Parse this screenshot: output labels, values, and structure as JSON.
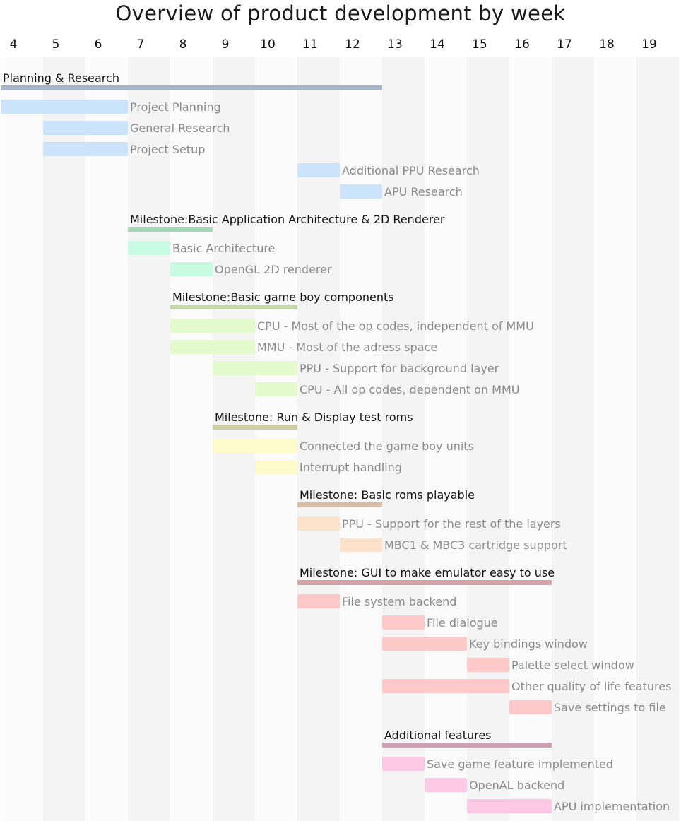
{
  "chart_data": {
    "type": "gantt",
    "title": "Overview of product development by week",
    "x_ticks": [
      4,
      5,
      6,
      7,
      8,
      9,
      10,
      11,
      12,
      13,
      14,
      15,
      16,
      17,
      18,
      19
    ],
    "groups": [
      {
        "name": "Planning & Research",
        "start": 4,
        "end": 13,
        "header_color": "#a2b5c9",
        "bar_color": "#cbe4fb",
        "tasks": [
          {
            "name": "Project Planning",
            "start": 4,
            "end": 7
          },
          {
            "name": "General Research",
            "start": 5,
            "end": 7
          },
          {
            "name": "Project Setup",
            "start": 5,
            "end": 7
          },
          {
            "name": "Additional PPU Research",
            "start": 11,
            "end": 12
          },
          {
            "name": "APU Research",
            "start": 12,
            "end": 13
          }
        ]
      },
      {
        "name": "Milestone:Basic Application Architecture & 2D Renderer",
        "start": 7,
        "end": 9,
        "header_color": "#a8d6b9",
        "bar_color": "#c7fbe2",
        "tasks": [
          {
            "name": "Basic Architecture",
            "start": 7,
            "end": 8
          },
          {
            "name": "OpenGL 2D renderer",
            "start": 8,
            "end": 9
          }
        ]
      },
      {
        "name": "Milestone:Basic game boy components",
        "start": 8,
        "end": 11,
        "header_color": "#c3d8a8",
        "bar_color": "#e3fbcc",
        "tasks": [
          {
            "name": "CPU - Most of the op codes, independent of MMU",
            "start": 8,
            "end": 10
          },
          {
            "name": "MMU - Most of the adress space",
            "start": 8,
            "end": 10
          },
          {
            "name": "PPU - Support for background layer",
            "start": 9,
            "end": 11
          },
          {
            "name": "CPU - All op codes, dependent on MMU",
            "start": 10,
            "end": 11
          }
        ]
      },
      {
        "name": "Milestone: Run & Display test  roms",
        "start": 9,
        "end": 11,
        "header_color": "#cfcfa5",
        "bar_color": "#fdfbcb",
        "tasks": [
          {
            "name": "Connected the game boy units",
            "start": 9,
            "end": 11
          },
          {
            "name": "Interrupt  handling",
            "start": 10,
            "end": 11
          }
        ]
      },
      {
        "name": "Milestone: Basic roms playable",
        "start": 11,
        "end": 13,
        "header_color": "#d8bea5",
        "bar_color": "#fde2cb",
        "tasks": [
          {
            "name": "PPU - Support for the rest of the layers",
            "start": 11,
            "end": 12
          },
          {
            "name": "MBC1 & MBC3 cartridge support",
            "start": 12,
            "end": 13
          }
        ]
      },
      {
        "name": "Milestone: GUI to make emulator easy to use",
        "start": 11,
        "end": 17,
        "header_color": "#d5a4a8",
        "bar_color": "#fdc9c9",
        "tasks": [
          {
            "name": "File system backend",
            "start": 11,
            "end": 12
          },
          {
            "name": "File dialogue",
            "start": 13,
            "end": 14
          },
          {
            "name": "Key bindings window",
            "start": 13,
            "end": 15
          },
          {
            "name": "Palette select window",
            "start": 15,
            "end": 16
          },
          {
            "name": "Other quality of life features",
            "start": 13,
            "end": 16
          },
          {
            "name": "Save settings to file",
            "start": 16,
            "end": 17
          }
        ]
      },
      {
        "name": "Additional features",
        "start": 13,
        "end": 17,
        "header_color": "#cda1b3",
        "bar_color": "#fcc8e4",
        "tasks": [
          {
            "name": "Save game feature implemented",
            "start": 13,
            "end": 14
          },
          {
            "name": "OpenAL backend",
            "start": 14,
            "end": 15
          },
          {
            "name": "APU implementation",
            "start": 15,
            "end": 17
          }
        ]
      }
    ]
  }
}
